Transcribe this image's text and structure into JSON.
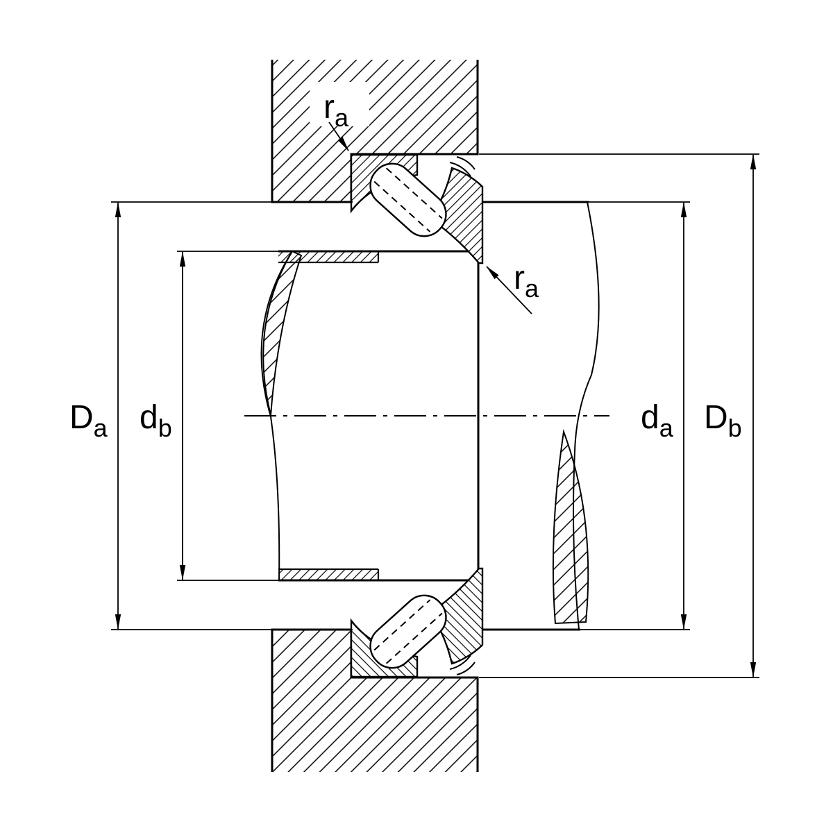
{
  "diagram": {
    "type": "technical-drawing",
    "description": "Axial spherical roller bearing mounting cross-section with abutment and fillet dimensions",
    "background": "#ffffff",
    "line_color": "#000000",
    "labels": {
      "D_a": {
        "main": "D",
        "sub": "a"
      },
      "d_b": {
        "main": "d",
        "sub": "b"
      },
      "d_a": {
        "main": "d",
        "sub": "a"
      },
      "D_b": {
        "main": "D",
        "sub": "b"
      },
      "r_a_top": {
        "main": "r",
        "sub": "a"
      },
      "r_a_right": {
        "main": "r",
        "sub": "a"
      }
    }
  }
}
